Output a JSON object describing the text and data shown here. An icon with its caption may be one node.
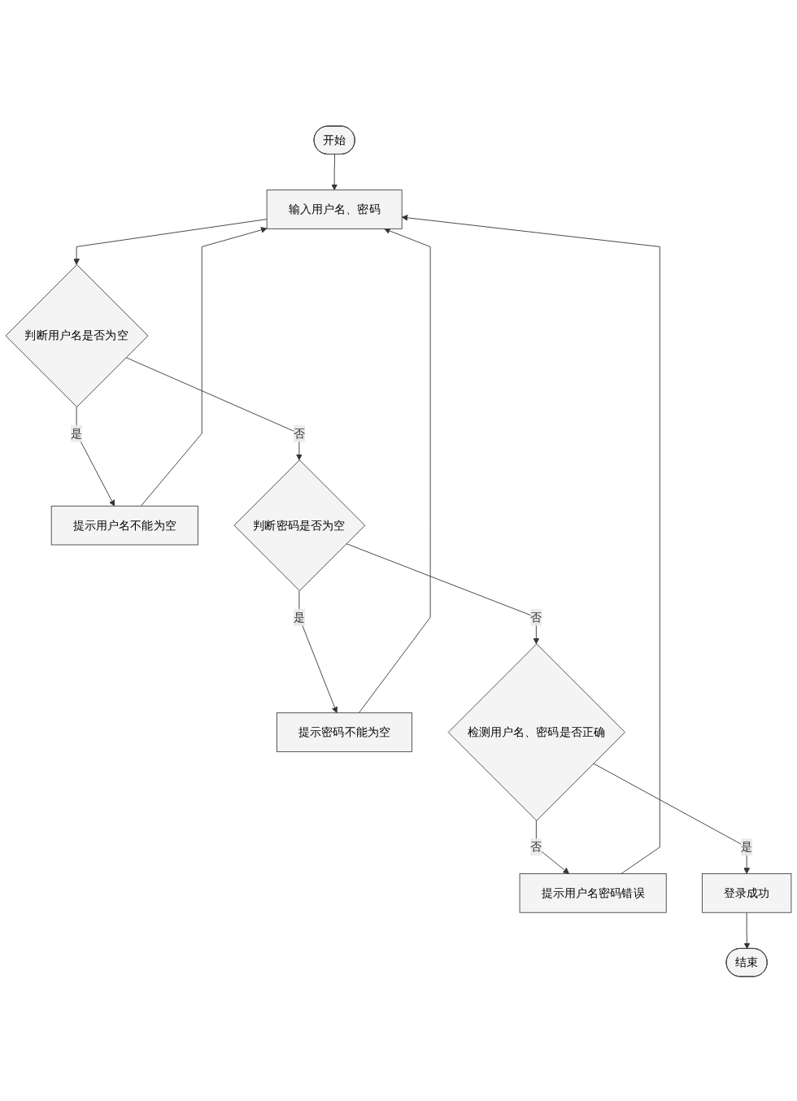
{
  "diagram": {
    "nodes": [
      {
        "text": [
          "开始"
        ]
      },
      {
        "text": [
          "输入用户名、密码"
        ]
      },
      {
        "text": [
          "判断用户名是否为空"
        ]
      },
      {
        "text": [
          "提示用户名不能为空"
        ]
      },
      {
        "text": [
          "判断密码是否为空"
        ]
      },
      {
        "text": [
          "提示密码不能为空"
        ]
      },
      {
        "text": [
          "检测用户名、密码是否正确"
        ]
      },
      {
        "text": [
          "提示用户名密码错误"
        ]
      },
      {
        "text": [
          "登录成功"
        ]
      },
      {
        "text": [
          "结束"
        ]
      }
    ],
    "edges": [
      {
        "from": 0,
        "to": 1,
        "arrow": "to"
      },
      {
        "from": 1,
        "to": 2,
        "arrow": "to"
      },
      {
        "from": 2,
        "to": 3,
        "label": "是",
        "arrow": "to"
      },
      {
        "from": 3,
        "to": 1,
        "arrow": "to"
      },
      {
        "from": 2,
        "to": 4,
        "label": "否",
        "arrow": "to"
      },
      {
        "from": 4,
        "to": 5,
        "label": "是",
        "arrow": "to"
      },
      {
        "from": 5,
        "to": 1,
        "arrow": "to"
      },
      {
        "from": 4,
        "to": 6,
        "label": "否",
        "arrow": "to"
      },
      {
        "from": 6,
        "to": 7,
        "label": "否",
        "arrow": "to"
      },
      {
        "from": 7,
        "to": 1,
        "arrow": "to"
      },
      {
        "from": 6,
        "to": 8,
        "label": "是",
        "arrow": "to"
      },
      {
        "from": 8,
        "to": 9,
        "arrow": "to"
      }
    ]
  }
}
